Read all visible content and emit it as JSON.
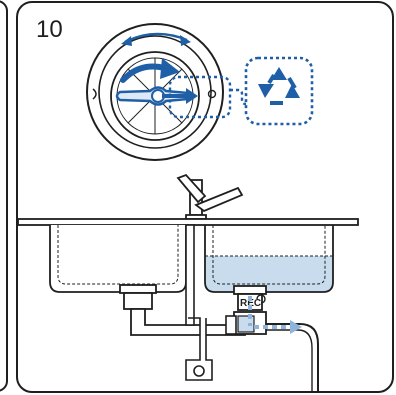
{
  "step": {
    "number": "10"
  },
  "selector": {
    "current_mode": "recycle"
  },
  "valve": {
    "label": "REC"
  },
  "colors": {
    "outline": "#1f1f1f",
    "accent": "#1f5fa8",
    "water": "#c9dcee",
    "flow": "#8fb3db"
  },
  "icons": [
    "circular-arrow-icon",
    "arrow-right-icon",
    "recycle-icon",
    "tap-icon",
    "valve-icon"
  ]
}
